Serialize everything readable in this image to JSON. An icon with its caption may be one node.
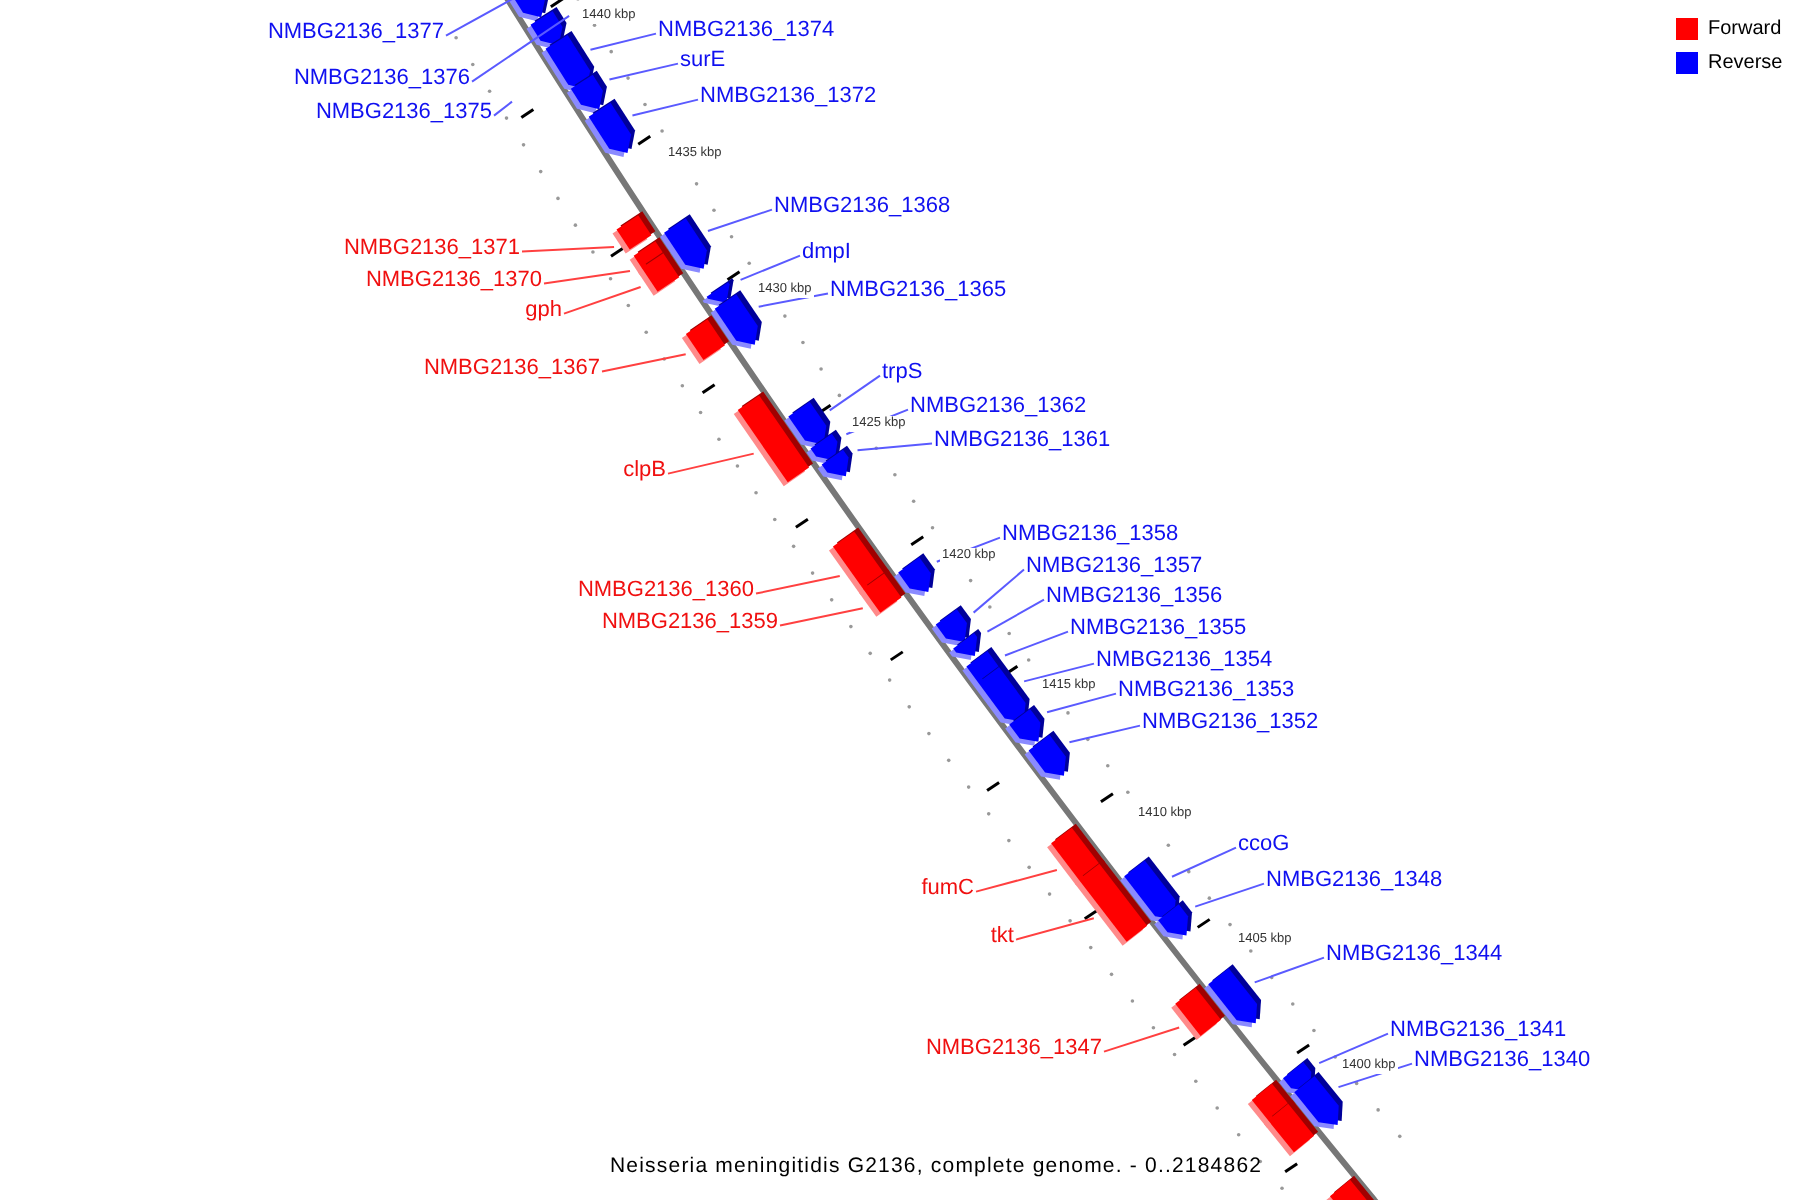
{
  "diagram": {
    "caption": "Neisseria meningitidis G2136, complete genome. - 0..2184862",
    "nodes": [
      {
        "text": [],
        "shape": "box"
      },
      {
        "text": [],
        "shape": "box"
      },
      {
        "text": [],
        "shape": "box"
      },
      {
        "text": [],
        "shape": "box"
      },
      {
        "text": [],
        "shape": "box"
      },
      {
        "text": [],
        "shape": "box"
      },
      {
        "text": [],
        "shape": "box"
      },
      {
        "text": [],
        "shape": "box"
      },
      {
        "text": [],
        "shape": "box"
      },
      {
        "text": [],
        "shape": "box"
      },
      {
        "text": [],
        "shape": "box"
      },
      {
        "text": [],
        "shape": "box"
      },
      {
        "text": [],
        "shape": "box"
      },
      {
        "text": [],
        "shape": "box"
      },
      {
        "text": [],
        "shape": "box"
      },
      {
        "text": [],
        "shape": "box"
      },
      {
        "text": [],
        "shape": "box"
      },
      {
        "text": [],
        "shape": "box"
      },
      {
        "text": [],
        "shape": "box"
      },
      {
        "text": [],
        "shape": "box"
      },
      {
        "text": [],
        "shape": "box"
      },
      {
        "text": [],
        "shape": "box"
      },
      {
        "text": [],
        "shape": "box"
      },
      {
        "text": [],
        "shape": "box"
      },
      {
        "text": [],
        "shape": "box"
      },
      {
        "text": [],
        "shape": "box"
      },
      {
        "text": [],
        "shape": "box"
      },
      {
        "text": [],
        "shape": "box"
      },
      {
        "text": [],
        "shape": "box"
      },
      {
        "text": [],
        "shape": "box"
      },
      {
        "text": [],
        "shape": "box"
      },
      {
        "text": [],
        "shape": "box"
      },
      {
        "text": [],
        "shape": "box"
      },
      {
        "text": [],
        "shape": "box"
      },
      {
        "text": [],
        "shape": "box"
      },
      {
        "text": [],
        "shape": "box"
      },
      {
        "text": [
          "NMBG2136_1377"
        ]
      },
      {
        "text": [
          "NMBG2136_1374"
        ]
      },
      {
        "text": [
          "surE"
        ]
      },
      {
        "text": [
          "NMBG2136_1376"
        ]
      },
      {
        "text": [
          "NMBG2136_1372"
        ]
      },
      {
        "text": [
          "NMBG2136_1375"
        ]
      },
      {
        "text": [
          "NMBG2136_1368"
        ]
      },
      {
        "text": [
          "NMBG2136_1371"
        ]
      },
      {
        "text": [
          "dmpI"
        ]
      },
      {
        "text": [
          "NMBG2136_1370"
        ]
      },
      {
        "text": [
          "NMBG2136_1365"
        ]
      },
      {
        "text": [
          "gph"
        ]
      },
      {
        "text": [
          "NMBG2136_1367"
        ]
      },
      {
        "text": [
          "trpS"
        ]
      },
      {
        "text": [
          "NMBG2136_1362"
        ]
      },
      {
        "text": [
          "NMBG2136_1361"
        ]
      },
      {
        "text": [
          "clpB"
        ]
      },
      {
        "text": [
          "NMBG2136_1358"
        ]
      },
      {
        "text": [
          "NMBG2136_1357"
        ]
      },
      {
        "text": [
          "NMBG2136_1360"
        ]
      },
      {
        "text": [
          "NMBG2136_1356"
        ]
      },
      {
        "text": [
          "NMBG2136_1359"
        ]
      },
      {
        "text": [
          "NMBG2136_1355"
        ]
      },
      {
        "text": [
          "NMBG2136_1354"
        ]
      },
      {
        "text": [
          "NMBG2136_1353"
        ]
      },
      {
        "text": [
          "NMBG2136_1352"
        ]
      },
      {
        "text": [
          "ccoG"
        ]
      },
      {
        "text": [
          "NMBG2136_1348"
        ]
      },
      {
        "text": [
          "fumC"
        ]
      },
      {
        "text": [
          "tkt"
        ]
      },
      {
        "text": [
          "NMBG2136_1344"
        ]
      },
      {
        "text": [
          "NMBG2136_1341"
        ]
      },
      {
        "text": [
          "NMBG2136_1347"
        ]
      },
      {
        "text": [
          "NMBG2136_1340"
        ]
      }
    ],
    "edges": [
      {
        "from": 36,
        "to": 0,
        "arrow": "none"
      },
      {
        "from": 37,
        "to": 2,
        "arrow": "none"
      },
      {
        "from": 38,
        "to": 3,
        "arrow": "none"
      },
      {
        "from": 39,
        "to": 1,
        "arrow": "none"
      },
      {
        "from": 40,
        "to": 4,
        "arrow": "none"
      },
      {
        "from": 41,
        "to": null,
        "arrow": "none"
      },
      {
        "from": 42,
        "to": 8,
        "arrow": "none"
      },
      {
        "from": 43,
        "to": 5,
        "arrow": "none",
        "color": "#ff4040"
      },
      {
        "from": 44,
        "to": 10,
        "arrow": "none"
      },
      {
        "from": 45,
        "to": 6,
        "arrow": "none",
        "color": "#ff4040"
      },
      {
        "from": 46,
        "to": 11,
        "arrow": "none"
      },
      {
        "from": 47,
        "to": 7,
        "arrow": "none",
        "color": "#ff4040"
      },
      {
        "from": 48,
        "to": 9,
        "arrow": "none",
        "color": "#ff4040"
      },
      {
        "from": 49,
        "to": 13,
        "arrow": "none"
      },
      {
        "from": 50,
        "to": 14,
        "arrow": "none"
      },
      {
        "from": 51,
        "to": 15,
        "arrow": "none"
      },
      {
        "from": 52,
        "to": 12,
        "arrow": "none",
        "color": "#ff4040"
      },
      {
        "from": 53,
        "to": 18,
        "arrow": "none"
      },
      {
        "from": 54,
        "to": 19,
        "arrow": "none"
      },
      {
        "from": 55,
        "to": 16,
        "arrow": "none",
        "color": "#ff4040"
      },
      {
        "from": 56,
        "to": 20,
        "arrow": "none"
      },
      {
        "from": 57,
        "to": 17,
        "arrow": "none",
        "color": "#ff4040"
      },
      {
        "from": 58,
        "to": 21,
        "arrow": "none"
      },
      {
        "from": 59,
        "to": 22,
        "arrow": "none"
      },
      {
        "from": 60,
        "to": 23,
        "arrow": "none"
      },
      {
        "from": 61,
        "to": 24,
        "arrow": "none"
      },
      {
        "from": 62,
        "to": 27,
        "arrow": "none"
      },
      {
        "from": 63,
        "to": 28,
        "arrow": "none"
      },
      {
        "from": 64,
        "to": 25,
        "arrow": "none",
        "color": "#ff4040"
      },
      {
        "from": 65,
        "to": 26,
        "arrow": "none",
        "color": "#ff4040"
      },
      {
        "from": 66,
        "to": 30,
        "arrow": "none"
      },
      {
        "from": 67,
        "to": 32,
        "arrow": "none"
      },
      {
        "from": 68,
        "to": 29,
        "arrow": "none",
        "color": "#ff4040"
      },
      {
        "from": 69,
        "to": 34,
        "arrow": "none"
      }
    ],
    "labels": [
      "1440 kbp",
      "1435 kbp",
      "1430 kbp",
      "1425 kbp",
      "1420 kbp",
      "1415 kbp",
      "1410 kbp",
      "1405 kbp",
      "1400 kbp"
    ],
    "legend": [
      {
        "text": "Forward",
        "color": "#ff0000"
      },
      {
        "text": "Reverse",
        "color": "#0000ff"
      }
    ]
  }
}
